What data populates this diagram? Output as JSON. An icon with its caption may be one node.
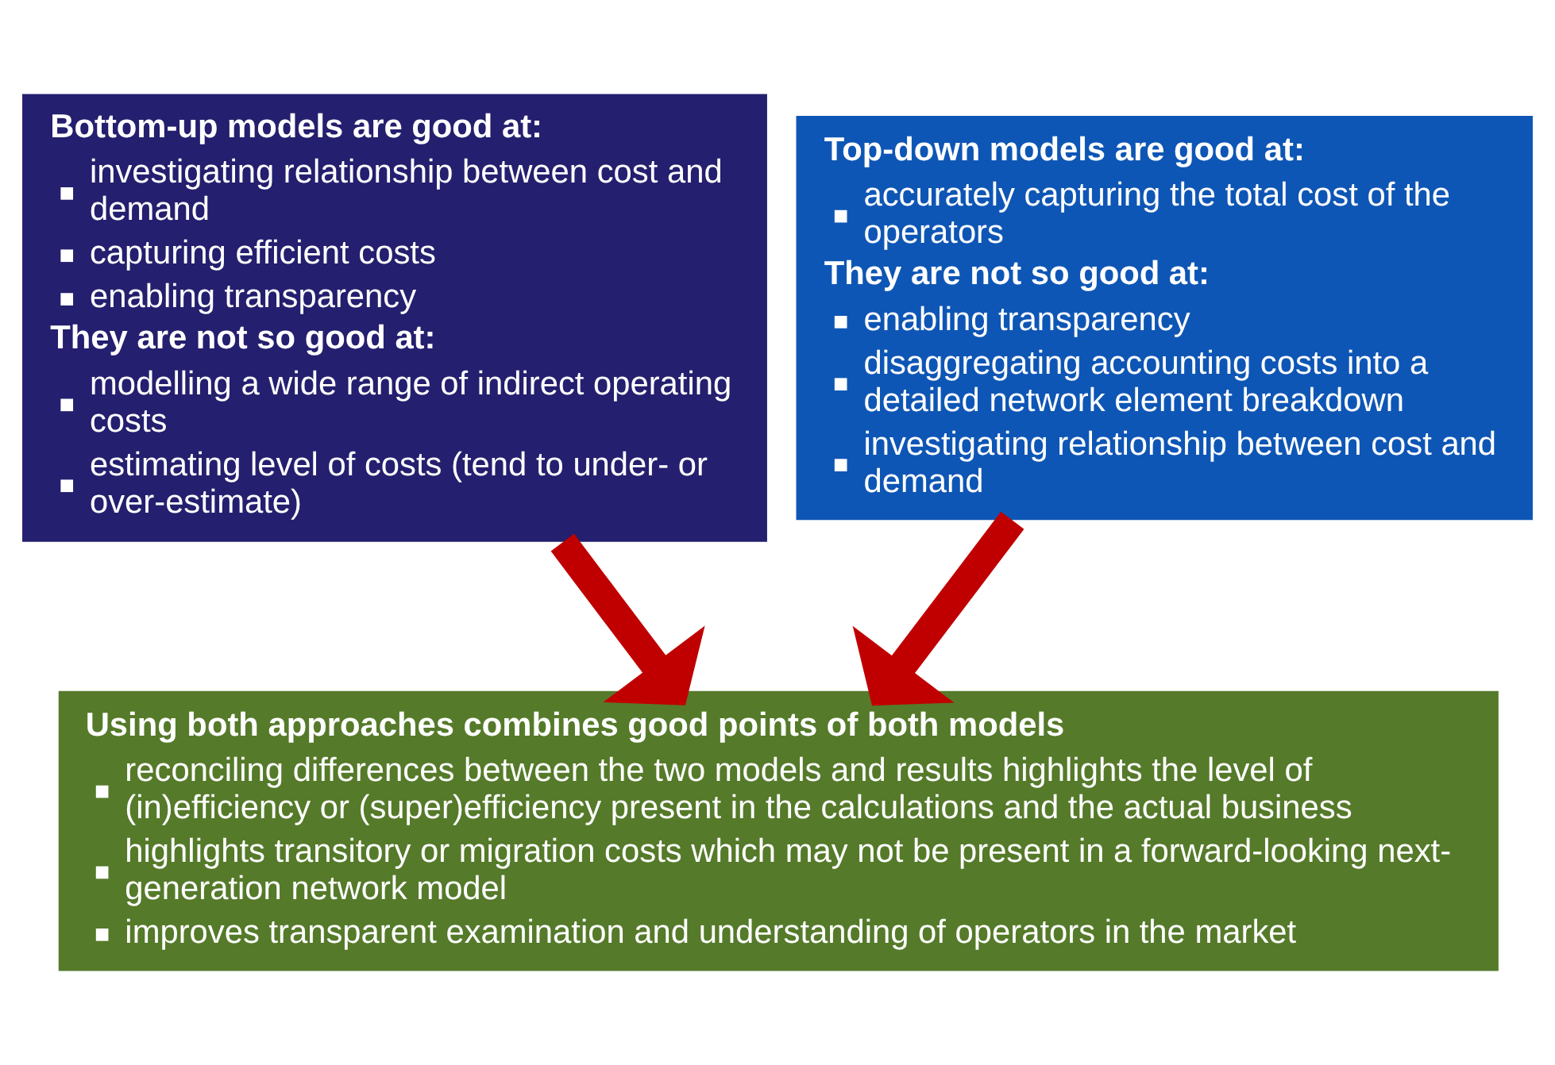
{
  "diagram": {
    "nodes": [
      {
        "text": [
          "Bottom-up models are good at:",
          "investigating relationship between cost and demand",
          "capturing efficient costs",
          "enabling transparency",
          "They are not so good at:",
          "modelling a wide range of indirect operating costs",
          "estimating level of costs (tend to under- or over-estimate)"
        ]
      },
      {
        "text": [
          "Top-down models are good at:",
          "accurately capturing the total cost of the operators",
          "They are not so good at:",
          "enabling transparency",
          "disaggregating accounting costs into a detailed network element breakdown",
          "investigating relationship between cost and demand"
        ]
      },
      {
        "text": [
          "Using both approaches combines good points of both models",
          "reconciling differences between the two models and results highlights the level of (in)efficiency or (super)efficiency present in the calculations and the actual business",
          "highlights transitory or migration costs which may not be present in a forward-looking next-generation network model",
          "improves transparent examination and understanding of operators in the market"
        ]
      }
    ],
    "edges": [
      {
        "from": 0,
        "to": 2,
        "arrow": "to"
      },
      {
        "from": 1,
        "to": 2,
        "arrow": "to"
      }
    ]
  }
}
